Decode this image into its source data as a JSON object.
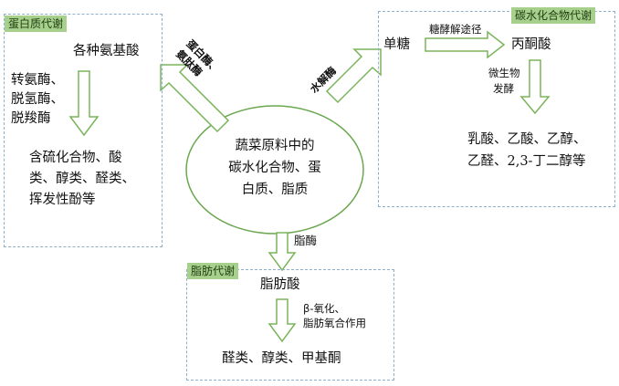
{
  "center_node": {
    "lines": [
      "蔬菜原料中的",
      "碳水化合物、蛋",
      "白质、脂质"
    ]
  },
  "protein_panel": {
    "title": "蛋白质代谢",
    "top_product": "各种氨基酸",
    "enzymes": [
      "转氨酶、",
      "脱氢酶、",
      "脱羧酶"
    ],
    "final_products": [
      "含硫化合物、酸",
      "类、醇类、醛类、",
      "挥发性酚等"
    ]
  },
  "carb_panel": {
    "title": "碳水化合物代谢",
    "monosaccharide": "单糖",
    "pathway": "糖酵解途径",
    "pyruvate": "丙酮酸",
    "microbe": [
      "微生物",
      "发酵"
    ],
    "final_products": [
      "乳酸、乙酸、乙醇、",
      "乙醛、2,3-丁二醇等"
    ]
  },
  "fat_panel": {
    "title": "脂肪代谢",
    "top_product": "脂肪酸",
    "process": [
      "β-氧化、",
      "脂肪氧合作用"
    ],
    "final_products": "醛类、醇类、甲基酮"
  },
  "arrow_labels": {
    "protein_enzymes": [
      "蛋白酶、",
      "氨肽酶"
    ],
    "hydrolase": "水解酶",
    "lipase": "脂酶"
  },
  "colors": {
    "arrow_stroke": "#7ab35a",
    "panel_border": "#8fb0cc",
    "title_fill": "#a8d08d"
  }
}
